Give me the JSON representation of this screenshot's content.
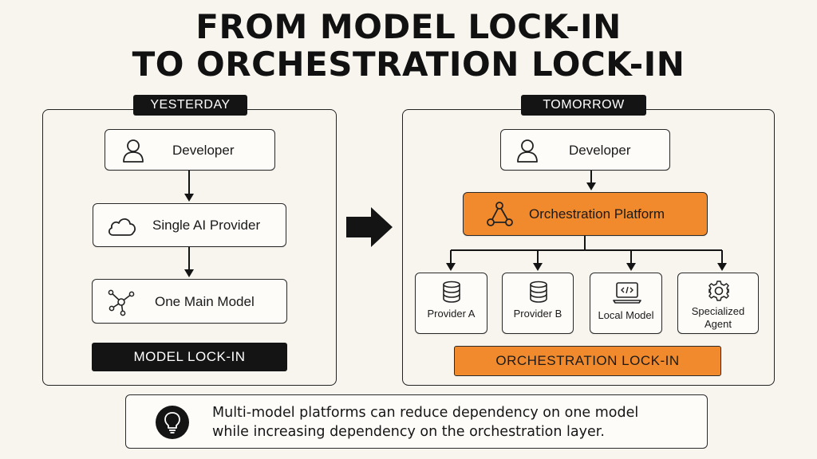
{
  "title": {
    "line1": "FROM MODEL LOCK-IN",
    "line2": "TO ORCHESTRATION LOCK-IN"
  },
  "yesterday": {
    "tag": "YESTERDAY",
    "developer": "Developer",
    "provider": "Single AI Provider",
    "model": "One Main Model",
    "band": "MODEL LOCK-IN",
    "icons": [
      "user-icon",
      "cloud-icon",
      "network-icon"
    ]
  },
  "tomorrow": {
    "tag": "TOMORROW",
    "developer": "Developer",
    "platform": "Orchestration Platform",
    "targets": [
      {
        "label": "Provider A",
        "icon": "database-icon"
      },
      {
        "label": "Provider B",
        "icon": "database-icon"
      },
      {
        "label": "Local Model",
        "icon": "laptop-code-icon"
      },
      {
        "label_line1": "Specialized",
        "label_line2": "Agent",
        "icon": "gear-icon"
      }
    ],
    "band": "ORCHESTRATION LOCK-IN"
  },
  "note": {
    "line1": "Multi-model platforms can reduce dependency on one model",
    "line2": "while increasing dependency on the orchestration layer.",
    "icon": "lightbulb-icon"
  },
  "colors": {
    "background": "#f8f5ef",
    "accent_orange": "#f08a2c",
    "dark": "#141414"
  }
}
